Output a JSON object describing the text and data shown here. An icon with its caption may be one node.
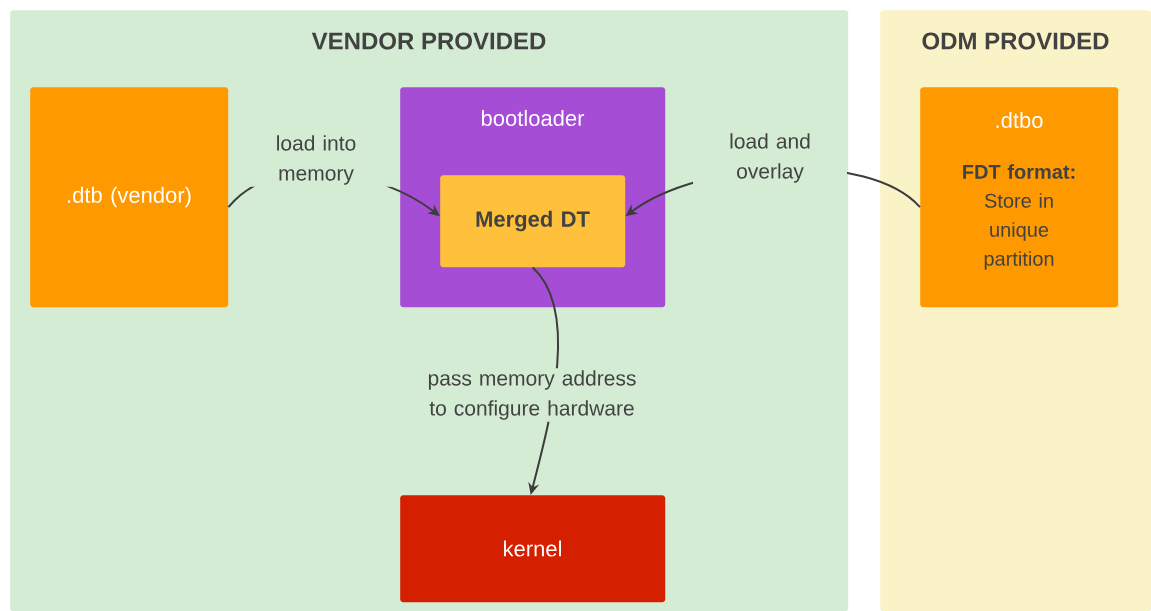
{
  "diagram": {
    "nodes": [
      {
        "text": [
          "VENDOR PROVIDED"
        ]
      },
      {
        "text": [
          "ODM PROVIDED"
        ]
      },
      {
        "text": [
          ".dtb (vendor)"
        ],
        "in": 0
      },
      {
        "text": [
          "bootloader"
        ],
        "in": 0
      },
      {
        "text": [
          "Merged DT"
        ],
        "in": 3
      },
      {
        "text": [
          ".dtbo",
          "**FDT format:** Store in unique partition"
        ],
        "in": 1
      },
      {
        "text": [
          "kernel"
        ],
        "in": 0
      }
    ],
    "edges": [
      {
        "from": 2,
        "to": 4,
        "arrow": "to",
        "label": "load into memory"
      },
      {
        "from": 5,
        "to": 4,
        "arrow": "to",
        "label": "load and overlay"
      },
      {
        "from": 4,
        "to": 6,
        "arrow": "to",
        "label": "pass memory address to configure hardware"
      }
    ]
  }
}
